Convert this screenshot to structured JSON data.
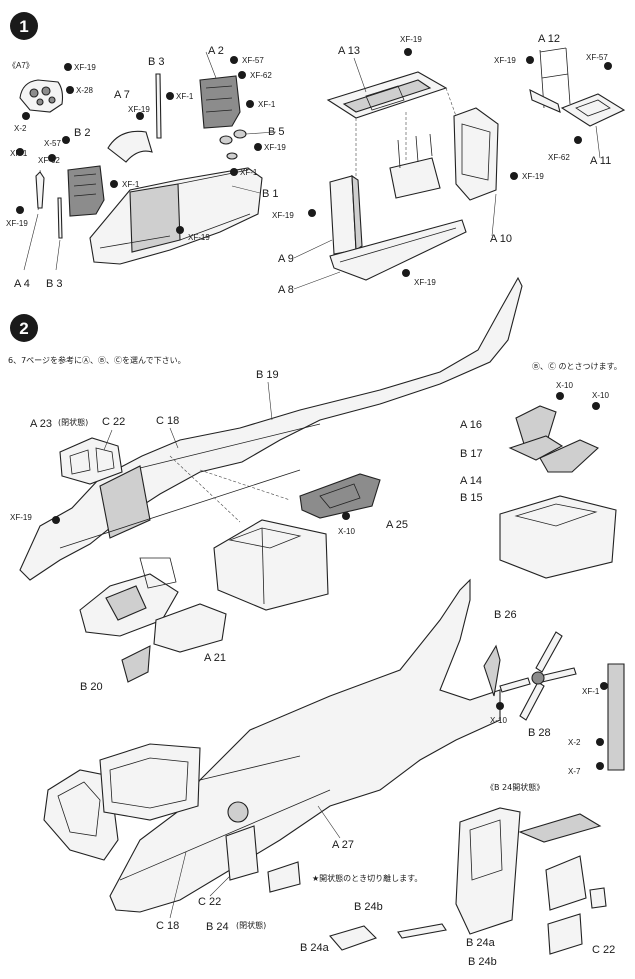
{
  "steps": [
    {
      "number": "1"
    },
    {
      "number": "2",
      "note": "6、7ページを参考にⒶ、Ⓑ、Ⓒを選んで下さい。"
    }
  ],
  "step1": {
    "inset_label": "《A7》",
    "paints": {
      "inset": [
        "XF-19",
        "X-28",
        "X-2"
      ],
      "seat_left": [
        "X-57",
        "XF-62",
        "XF-1",
        "XF-19"
      ],
      "seat_right": [
        "XF-57",
        "XF-62",
        "XF-1"
      ],
      "tub": [
        "XF-1",
        "XF-19",
        "XF-1",
        "XF-19",
        "XF-19",
        "XF-1"
      ],
      "bench": [
        "XF-19",
        "XF-19",
        "XF-19",
        "XF-19"
      ],
      "frame": [
        "XF-19",
        "XF-57",
        "XF-62"
      ]
    },
    "parts": {
      "a2": "A 2",
      "b3_top": "B 3",
      "a7": "A 7",
      "b2": "B 2",
      "b5": "B 5",
      "b1": "B 1",
      "a4": "A 4",
      "b3_bottom": "B 3",
      "a13": "A 13",
      "a9": "A 9",
      "a8": "A 8",
      "a10": "A 10",
      "a12": "A 12",
      "a11": "A 11"
    }
  },
  "step2": {
    "bc_note": "Ⓑ、Ⓒ のとさつけます。",
    "b24_open_title": "《B 24開状態》",
    "cut_note": "★開状態のとき切り離します。",
    "paints": {
      "fuselage": "XF-19",
      "a25": "X-10",
      "a16": "X-10",
      "a14": "X-10",
      "rotor": [
        "XF-1",
        "X-10",
        "X-2",
        "X-7"
      ]
    },
    "parts": {
      "b19": "B 19",
      "a23": "A 23",
      "a23_note": "(閉状態)",
      "c22_top": "C 22",
      "c18_top": "C 18",
      "a25": "A 25",
      "a16": "A 16",
      "b17": "B 17",
      "a14": "A 14",
      "b15": "B 15",
      "a21": "A 21",
      "b20": "B 20",
      "b26": "B 26",
      "b28": "B 28",
      "a27": "A 27",
      "c22_mid": "C 22",
      "c18_bottom": "C 18",
      "b24": "B 24",
      "b24_note": "(閉状態)",
      "b24b_top": "B 24b",
      "b24a_bottom": "B 24a",
      "b24a_right": "B 24a",
      "c22_right": "C 22",
      "b24b_right": "B 24b"
    }
  }
}
